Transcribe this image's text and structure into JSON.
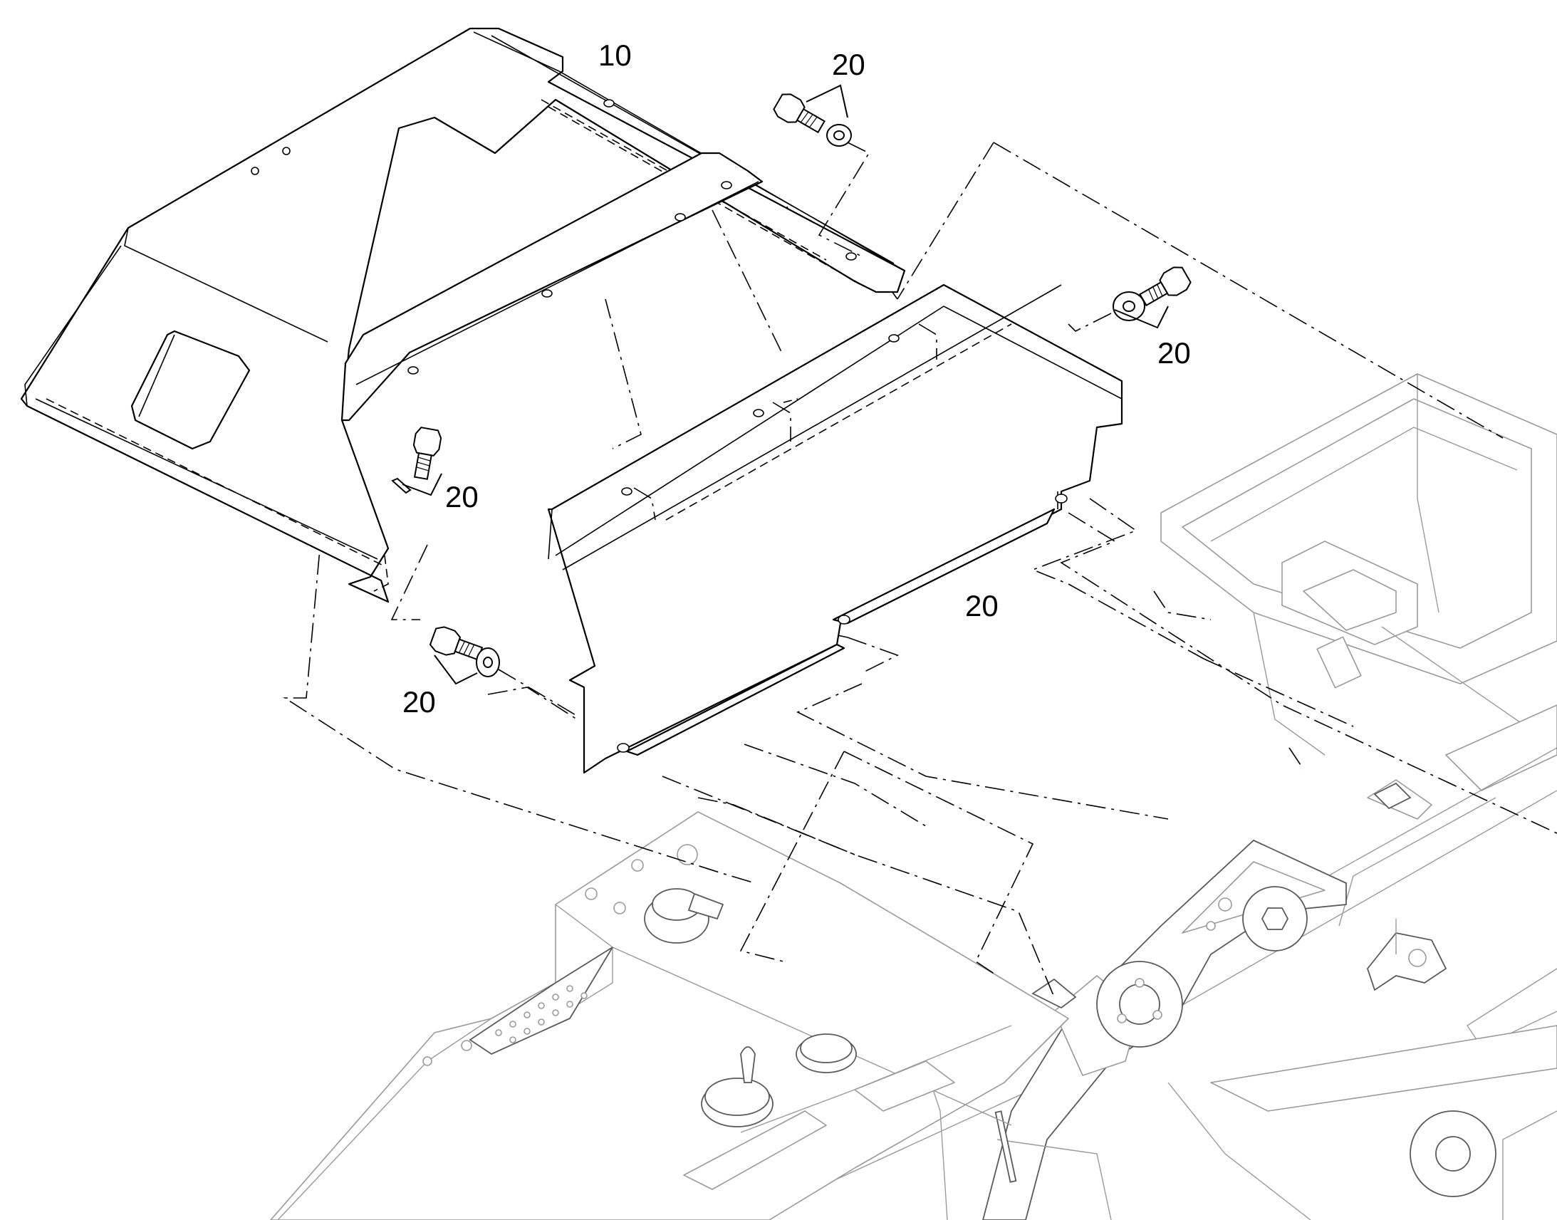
{
  "diagram": {
    "callouts": [
      {
        "id": "c10",
        "label": "10"
      },
      {
        "id": "c20a",
        "label": "20"
      },
      {
        "id": "c20b",
        "label": "20"
      },
      {
        "id": "c20c",
        "label": "20"
      },
      {
        "id": "c20d",
        "label": "20"
      },
      {
        "id": "c20e",
        "label": "20"
      }
    ]
  }
}
